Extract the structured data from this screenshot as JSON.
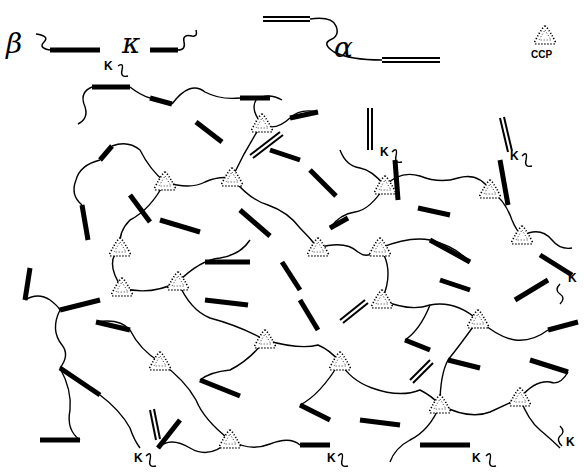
{
  "diagram": {
    "labels": [
      "K",
      "K",
      "K",
      "K",
      "K",
      "K",
      "K",
      "K"
    ],
    "legend": [
      {
        "text": "β"
      },
      {
        "text": "κ"
      },
      {
        "text": "α"
      },
      {
        "text": "CCP"
      }
    ]
  }
}
